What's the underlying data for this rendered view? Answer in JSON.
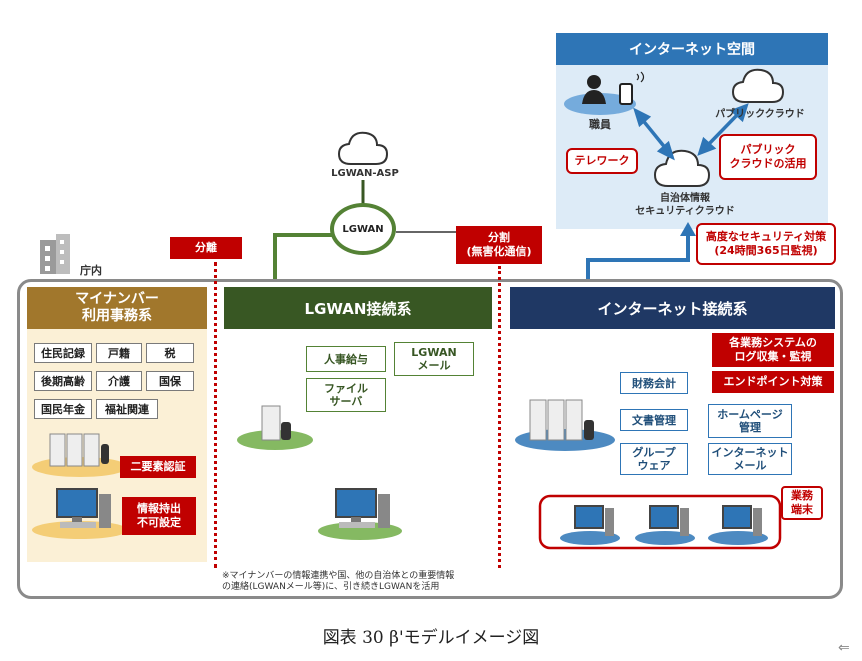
{
  "office_label": "庁内",
  "separators": {
    "bunri": "分離",
    "bunkatsu_line1": "分割",
    "bunkatsu_line2": "(無害化通信)"
  },
  "lgwan_asp": {
    "label": "LGWAN-ASP",
    "network": "LGWAN"
  },
  "mynumber": {
    "title_line1": "マイナンバー",
    "title_line2": "利用事務系",
    "services": [
      "住民記録",
      "戸籍",
      "税",
      "後期高齢",
      "介護",
      "国保",
      "国民年金",
      "福祉関連"
    ],
    "badge_auth": "二要素認証",
    "badge_info_line1": "情報持出",
    "badge_info_line2": "不可設定"
  },
  "lgwan_zone": {
    "title": "LGWAN接続系",
    "services": {
      "jinji": "人事給与",
      "mail_line1": "LGWAN",
      "mail_line2": "メール",
      "file_line1": "ファイル",
      "file_line2": "サーバ"
    },
    "note_line1": "※マイナンバーの情報連携や国、他の自治体との重要情報",
    "note_line2": "の連絡(LGWANメール等)に、引き続きLGWANを活用"
  },
  "internet_zone": {
    "title": "インターネット接続系",
    "services": {
      "zaimu": "財務会計",
      "bunsho": "文書管理",
      "homepage_line1": "ホームページ",
      "homepage_line2": "管理",
      "group_line1": "グループ",
      "group_line2": "ウェア",
      "imail_line1": "インターネット",
      "imail_line2": "メール"
    },
    "badge_log_line1": "各業務システムの",
    "badge_log_line2": "ログ収集・監視",
    "badge_endpoint": "エンドポイント対策",
    "terminal_line1": "業務",
    "terminal_line2": "端末"
  },
  "internet_space": {
    "title": "インターネット空間",
    "staff": "職員",
    "public_cloud": "パブリッククラウド",
    "telework": "テレワーク",
    "public_use_line1": "パブリック",
    "public_use_line2": "クラウドの活用",
    "sec_cloud_line1": "自治体情報",
    "sec_cloud_line2": "セキュリティクラウド"
  },
  "security_badge_line1": "高度なセキュリティ対策",
  "security_badge_line2": "(24時間365日監視)",
  "caption": "図表 30 β'モデルイメージ図",
  "colors": {
    "mynumber": "#a1772c",
    "lgwan": "#385723",
    "internet": "#1f3864",
    "internet_space": "#2e75b6",
    "alert": "#c00000"
  }
}
